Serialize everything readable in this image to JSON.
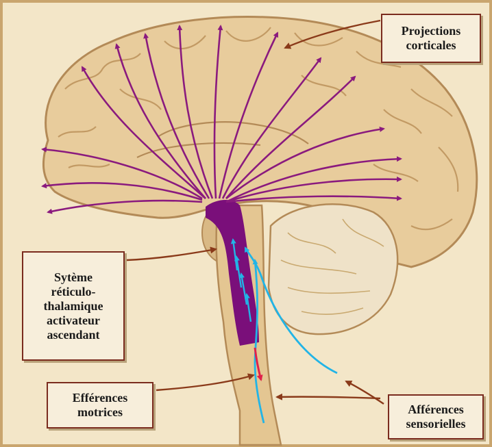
{
  "labels": {
    "projections": [
      "Projections",
      "corticales"
    ],
    "systeme": [
      "Sytème",
      "réticulo-",
      "thalamique",
      "activateur",
      "ascendant"
    ],
    "efferences": [
      "Efférences",
      "motrices"
    ],
    "afferences": [
      "Afférences",
      "sensorielles"
    ]
  },
  "colors": {
    "background": "#f3e6c8",
    "frame": "#c9a56e",
    "brain": "#e8cc9c",
    "brain_shadow": "#b38a57",
    "cerebellum": "#efe2c8",
    "projection_arrows": "#8a1a7e",
    "reticular_system": "#7a0f7a",
    "sensory_afferents": "#22b4e6",
    "motor_efferents": "#e0204a",
    "label_border": "#7a2b1e",
    "leader_lines": "#8a3a1a"
  }
}
